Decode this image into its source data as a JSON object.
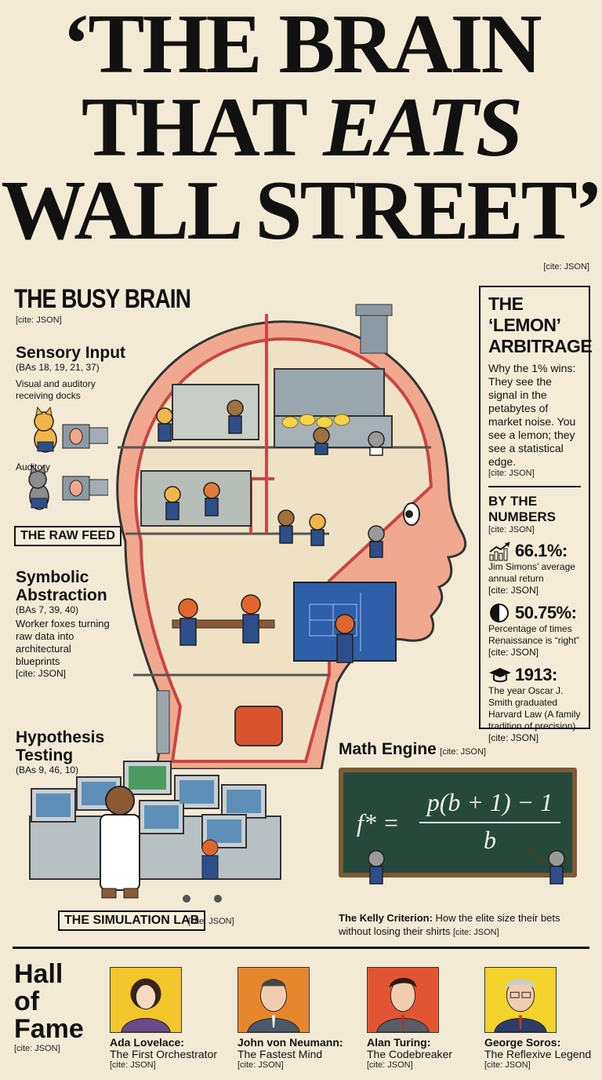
{
  "headline": {
    "line1": "‘THE BRAIN",
    "line2_a": "THAT ",
    "line2_b": "EATS",
    "line3": "WALL STREET’",
    "cite": "[cite: JSON]"
  },
  "busy_brain": {
    "title": "THE BUSY BRAIN",
    "cite": "[cite: JSON]"
  },
  "sensory": {
    "title": "Sensory Input",
    "bas": "(BAs 18, 19, 21, 37)",
    "desc": "Visual and auditory receiving docks",
    "auditory": "Auditory",
    "raw_feed": "THE RAW FEED"
  },
  "symbolic": {
    "title_1": "Symbolic",
    "title_2": "Abstraction",
    "bas": "(BAs 7, 39, 40)",
    "desc": "Worker foxes turning raw data into architectural blueprints",
    "cite": "[cite: JSON]"
  },
  "hypothesis": {
    "title_1": "Hypothesis",
    "title_2": "Testing",
    "bas": "(BAs 9, 46, 10)",
    "lab_label": "THE SIMULATION LAB",
    "cite": "[cite: JSON]"
  },
  "sidebar": {
    "lemon_title_1": "THE ‘LEMON’",
    "lemon_title_2": "ARBITRAGE",
    "lemon_text": "Why the 1% wins: They see the signal in the petabytes of market noise. You see a lemon; they see a statistical edge.",
    "lemon_cite": "[cite: JSON]",
    "numbers_title": "BY THE NUMBERS",
    "numbers_cite": "[cite: JSON]",
    "stats": [
      {
        "value": "66.1%:",
        "icon": "rising-chart-icon",
        "desc": "Jim Simons’ average annual return",
        "cite": "[cite: JSON]"
      },
      {
        "value": "50.75%:",
        "icon": "pie-chart-icon",
        "desc": "Percentage of times Renaissance is “right”",
        "cite": "[cite: JSON]"
      },
      {
        "value": "1913:",
        "icon": "graduation-cap-icon",
        "desc": "The year Oscar J. Smith graduated Harvard Law (A family tradition of precision)",
        "cite": "[cite: JSON]"
      }
    ]
  },
  "math": {
    "title": "Math Engine",
    "cite": "[cite: JSON]",
    "formula_lhs": "f* =",
    "formula_num": "p(b + 1) − 1",
    "formula_den": "b",
    "caption_bold": "The Kelly Criterion:",
    "caption": " How the elite size their bets without losing their shirts",
    "caption_cite": "[cite: JSON]"
  },
  "hall": {
    "title_1": "Hall",
    "title_2": "of",
    "title_3": "Fame",
    "cite": "[cite: JSON]",
    "people": [
      {
        "name": "Ada Lovelace:",
        "sub": "The First Orchestrator",
        "cite": "[cite: JSON]",
        "bg": "#f3c62c"
      },
      {
        "name": "John von Neumann:",
        "sub": "The Fastest Mind",
        "cite": "[cite: JSON]",
        "bg": "#e8862e"
      },
      {
        "name": "Alan Turing:",
        "sub": "The Codebreaker",
        "cite": "[cite: JSON]",
        "bg": "#e25533"
      },
      {
        "name": "George Soros:",
        "sub": "The Reflexive Legend",
        "cite": "[cite: JSON]",
        "bg": "#f3d22c"
      }
    ]
  },
  "colors": {
    "background": "#f3ead6",
    "skin": "#f0a98e",
    "chalkboard": "#27493b",
    "blueprint": "#2e5fa8"
  }
}
